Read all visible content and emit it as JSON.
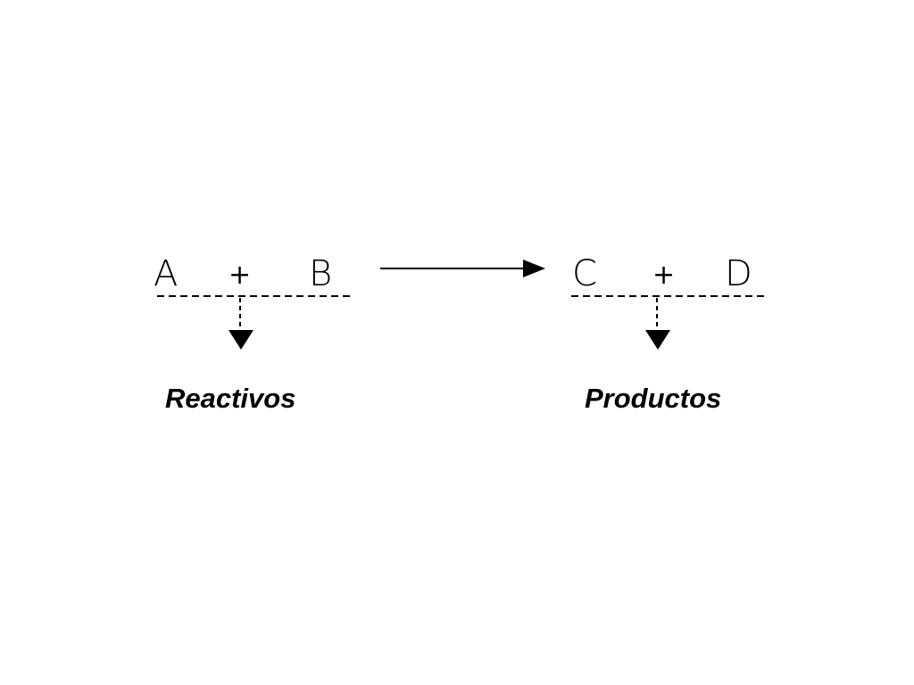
{
  "reactants": {
    "species_1": "A",
    "operator": "+",
    "species_2": "B",
    "label": "Reactivos"
  },
  "products": {
    "species_1": "C",
    "operator": "+",
    "species_2": "D",
    "label": "Productos"
  },
  "colors": {
    "background": "#ffffff",
    "ink": "#000000"
  }
}
